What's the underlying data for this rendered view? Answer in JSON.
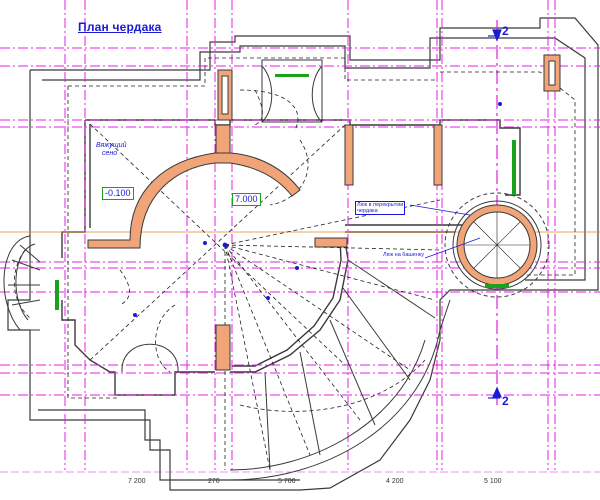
{
  "title": "План чердака",
  "labels": {
    "ceiling_note_l1": "Вяжущий",
    "ceiling_note_l2": "сено",
    "level_left": "-0.100",
    "level_main": "7.000",
    "hatch_attic_l1": "Люк в перекрытии",
    "hatch_attic_l2": "чердака",
    "hatch_tower": "Люк на башенку"
  },
  "section_marks": {
    "top": "2",
    "bottom": "2"
  },
  "dimensions": [
    "7 200",
    "270",
    "5 700",
    "4 200",
    "5 100"
  ],
  "colors": {
    "axis_line": "#e020e0",
    "wall_fill": "#f0a478",
    "wall_line": "#3a3a3a",
    "dashed": "#222222",
    "text_blue": "#1b1bd6",
    "tag_border": "#1aa31a",
    "window": "#1aa31a",
    "level_line": "#f08020"
  }
}
